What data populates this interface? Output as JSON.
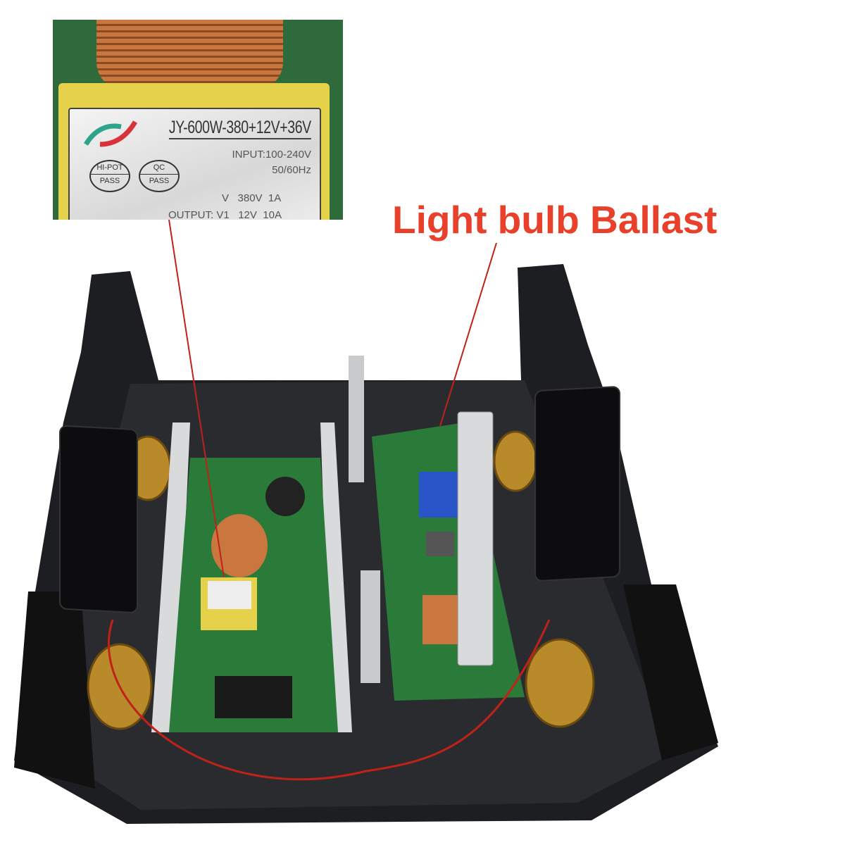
{
  "callout": {
    "title": "Light bulb Ballast",
    "color": "#e8402a"
  },
  "inset_label": {
    "model": "JY-600W-380+12V+36V",
    "input": "INPUT:100-240V",
    "frequency": "50/60Hz",
    "stamps": [
      {
        "top": "HI-POT",
        "bottom": "PASS"
      },
      {
        "top": "QC",
        "bottom": "PASS"
      }
    ],
    "output_label": "OUTPUT:",
    "outputs": [
      {
        "name": "V",
        "voltage": "380V",
        "current": "1A"
      },
      {
        "name": "V1",
        "voltage": "12V",
        "current": "10A"
      }
    ]
  },
  "colors": {
    "chassis": "#1d1e21",
    "pcb": "#2a7a3a",
    "leader_line": "#c0221a",
    "heatsink": "#d8dadc"
  }
}
